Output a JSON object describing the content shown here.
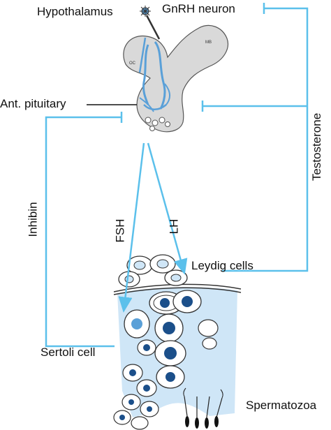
{
  "labels": {
    "hypothalamus": "Hypothalamus",
    "gnrh_neuron": "GnRH neuron",
    "ant_pituitary": "Ant. pituitary",
    "inhibin": "Inhibin",
    "fsh": "FSH",
    "lh": "LH",
    "testosterone": "Testosterone",
    "leydig_cells": "Leydig cells",
    "sertoli_cell": "Sertoli cell",
    "spermatozoa": "Spermatozoa",
    "mb": "MB",
    "oc": "OC"
  },
  "colors": {
    "feedback_line": "#5bc0eb",
    "tubule_fill": "#cfe6f7",
    "gland_fill": "#d9d9d9",
    "nucleus": "#1b4f8a",
    "cell_fill": "#ffffff",
    "outline": "#333333"
  }
}
